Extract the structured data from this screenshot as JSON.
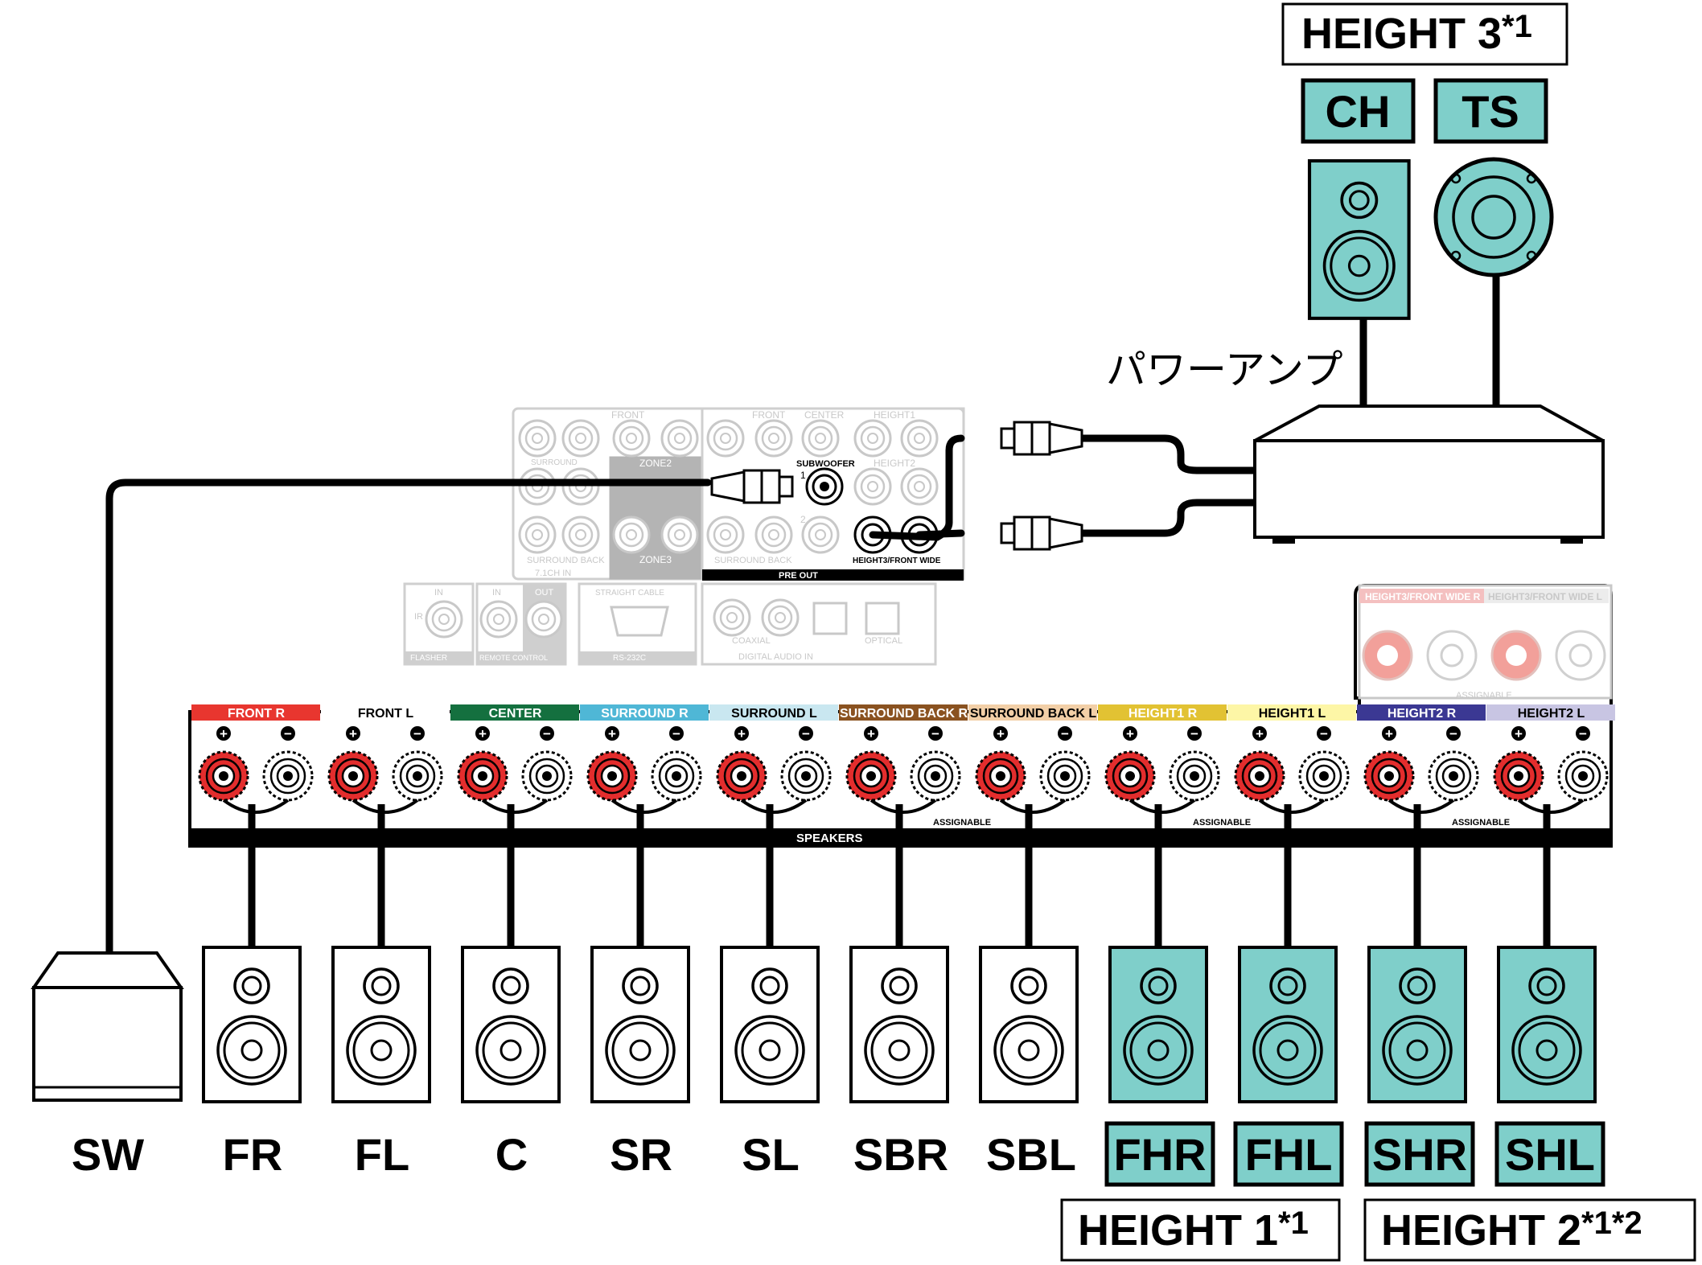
{
  "amp_label": "パワーアンプ",
  "height_labels": {
    "h3": "HEIGHT 3",
    "h3_note": "*1",
    "h1": "HEIGHT 1",
    "h1_note": "*1",
    "h2": "HEIGHT 2",
    "h2_note": "*1*2"
  },
  "top_speakers": [
    "CH",
    "TS"
  ],
  "bottom_labels": [
    "SW",
    "FR",
    "FL",
    "C",
    "SR",
    "SL",
    "SBR",
    "SBL",
    "FHR",
    "FHL",
    "SHR",
    "SHL"
  ],
  "terminal_groups": [
    {
      "label": "FRONT R",
      "color": "#e8362f"
    },
    {
      "label": "FRONT L",
      "color": "#ffffff"
    },
    {
      "label": "CENTER",
      "color": "#14703f"
    },
    {
      "label": "SURROUND R",
      "color": "#4fb7d6"
    },
    {
      "label": "SURROUND L",
      "color": "#c9e7f0"
    },
    {
      "label": "SURROUND BACK R",
      "color": "#8a5220"
    },
    {
      "label": "SURROUND BACK L",
      "color": "#f2cfa7"
    },
    {
      "label": "HEIGHT1 R",
      "color": "#e2c233"
    },
    {
      "label": "HEIGHT1 L",
      "color": "#fdf6a6"
    },
    {
      "label": "HEIGHT2 R",
      "color": "#3b3893"
    },
    {
      "label": "HEIGHT2 L",
      "color": "#c8c5e3"
    }
  ],
  "panel_labels": {
    "speakers": "SPEAKERS",
    "assignable": "ASSIGNABLE",
    "height3_front_wide_r": "HEIGHT3/FRONT WIDE R",
    "height3_front_wide_l": "HEIGHT3/FRONT WIDE L",
    "pre_out": "PRE OUT",
    "subwoofer": "SUBWOOFER",
    "height3_front_wide": "HEIGHT3/FRONT WIDE",
    "zone2": "ZONE2",
    "zone3": "ZONE3",
    "front": "FRONT",
    "center": "CENTER",
    "height1": "HEIGHT1",
    "height2": "HEIGHT2",
    "surround": "SURROUND",
    "surround_back": "SURROUND BACK",
    "in_71ch": "7.1CH IN",
    "flasher": "FLASHER",
    "remote_control": "REMOTE CONTROL",
    "rs232c": "RS-232C",
    "straight_cable": "STRAIGHT CABLE",
    "digital_audio_in": "DIGITAL AUDIO IN",
    "coaxial": "COAXIAL",
    "optical": "OPTICAL",
    "in": "IN",
    "out": "OUT",
    "ir": "IR",
    "sub_1": "1",
    "sub_2": "2"
  },
  "colors": {
    "teal": "#7fcfca",
    "red_terminal": "#e32d2d",
    "faded": "#cccccc"
  }
}
